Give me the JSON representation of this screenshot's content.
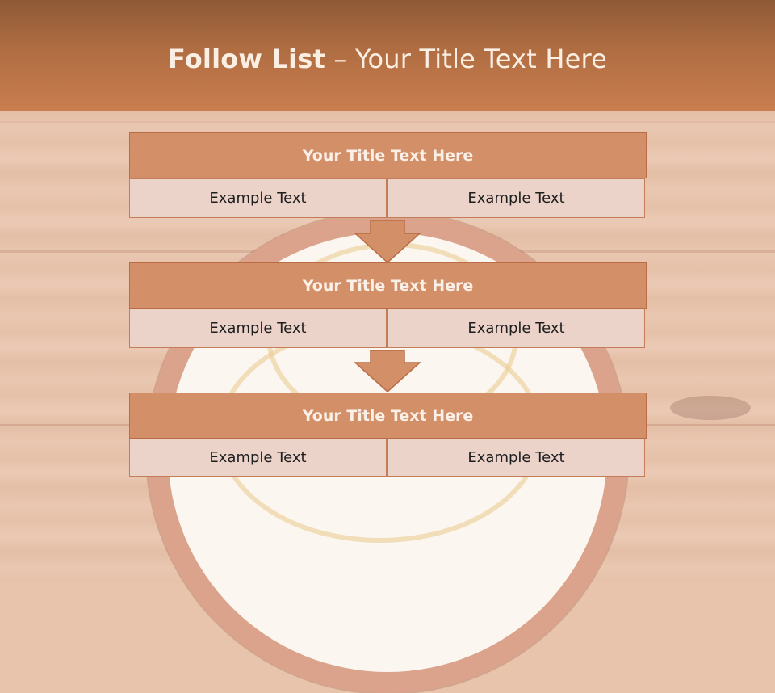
{
  "title": {
    "bold": "Follow List",
    "rest": " – Your Title Text Here"
  },
  "blocks": [
    {
      "title": "Your Title Text Here",
      "left": "Example Text",
      "right": "Example Text"
    },
    {
      "title": "Your Title Text Here",
      "left": "Example Text",
      "right": "Example Text"
    },
    {
      "title": "Your Title Text Here",
      "left": "Example Text",
      "right": "Example Text"
    }
  ],
  "colors": {
    "header": "#c97e4f",
    "block_title": "#d38f67",
    "cell": "#ecd3ca",
    "border": "#b96c46"
  }
}
